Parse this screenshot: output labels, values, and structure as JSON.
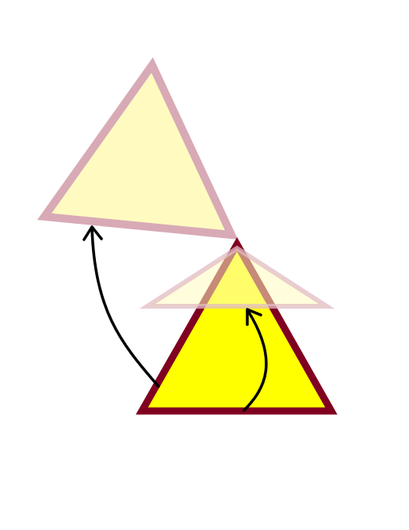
{
  "diagram": {
    "background": "#ffffff",
    "colors": {
      "fill_solid": "#ffff00",
      "stroke_solid": "#800020",
      "fill_faded": "#fffbc0",
      "stroke_faded": "#d8aab6",
      "stroke_faded_flat": "#f1d6dc",
      "fill_faded_flat": "#fff7b8",
      "arrow": "#000000"
    },
    "shapes": [
      {
        "id": "original-triangle",
        "style": "solid",
        "description_icon": "triangle-icon"
      },
      {
        "id": "rotated-triangle",
        "style": "faded",
        "description_icon": "triangle-icon"
      },
      {
        "id": "flattened-triangle",
        "style": "faded",
        "description_icon": "triangle-icon"
      }
    ],
    "arrows": [
      {
        "id": "rotate-arrow",
        "from": "original-triangle",
        "to": "rotated-triangle"
      },
      {
        "id": "flatten-arrow",
        "from": "original-triangle",
        "to": "flattened-triangle"
      }
    ]
  }
}
